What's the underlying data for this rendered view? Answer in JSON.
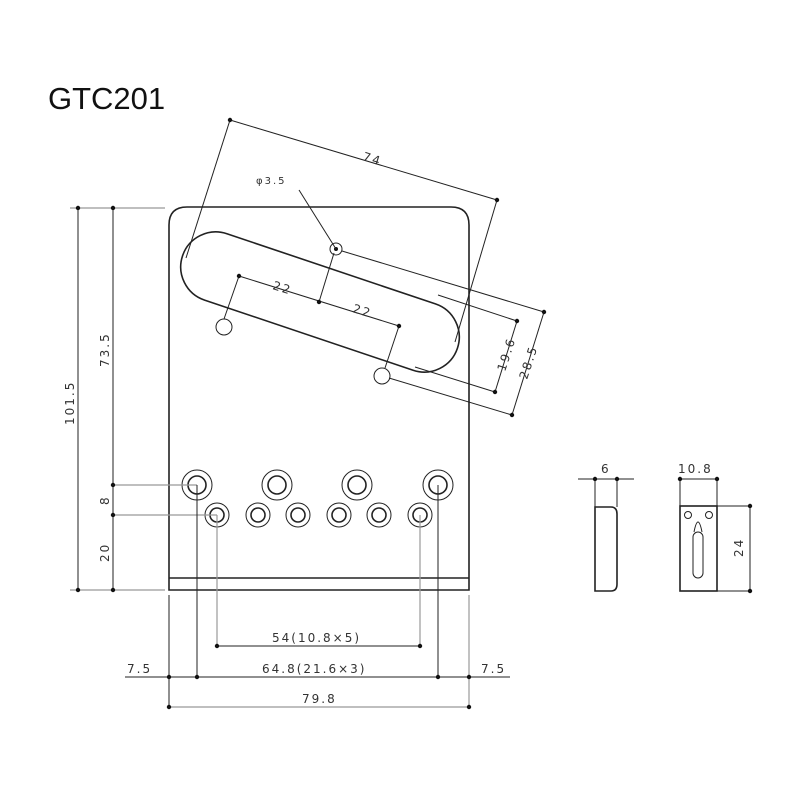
{
  "title": "GTC201",
  "dimensions": {
    "overall_slot": "74",
    "hole_dia": "φ3.5",
    "spacing_a": "22",
    "spacing_b": "22",
    "offset_a": "19.6",
    "offset_b": "28.5",
    "height_total": "101.5",
    "height_upper": "73.5",
    "height_mid": "8",
    "height_lower": "20",
    "saddle_span": "54(10.8×5)",
    "string_span": "64.8(21.6×3)",
    "margin_left": "7.5",
    "margin_right": "7.5",
    "width_total": "79.8",
    "side_width": "6",
    "saddle_width": "10.8",
    "saddle_height": "24"
  }
}
